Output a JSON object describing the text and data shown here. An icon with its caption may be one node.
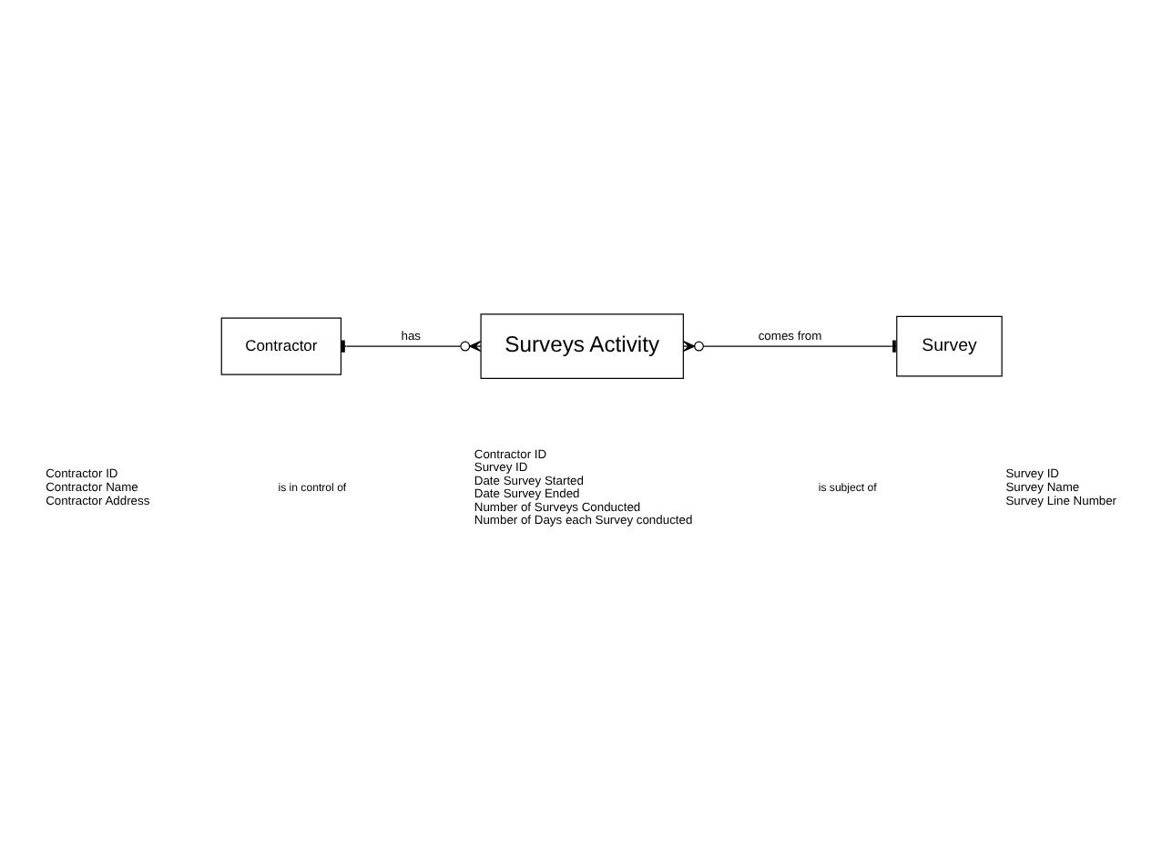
{
  "diagram": {
    "nodes": [
      {
        "text": [
          "Contractor"
        ],
        "beside": [
          "Contractor ID",
          "Contractor Name",
          "Contractor Address"
        ]
      },
      {
        "text": [
          "Surveys Activity"
        ],
        "beside": [
          "Contractor ID",
          "Survey ID",
          "Date Survey Started",
          "Date Survey Ended",
          "Number of Surveys Conducted",
          "Number of Days each Survey conducted"
        ]
      },
      {
        "text": [
          "Survey"
        ],
        "beside": [
          "Survey ID",
          "Survey Name",
          "Survey Line Number"
        ]
      }
    ],
    "edges": [
      {
        "from": 0,
        "to": 1,
        "arrow": "other",
        "label": "has"
      },
      {
        "from": 1,
        "to": 2,
        "arrow": "other",
        "label": "comes from"
      }
    ],
    "labels": [
      "is in control of",
      "is subject of"
    ]
  }
}
